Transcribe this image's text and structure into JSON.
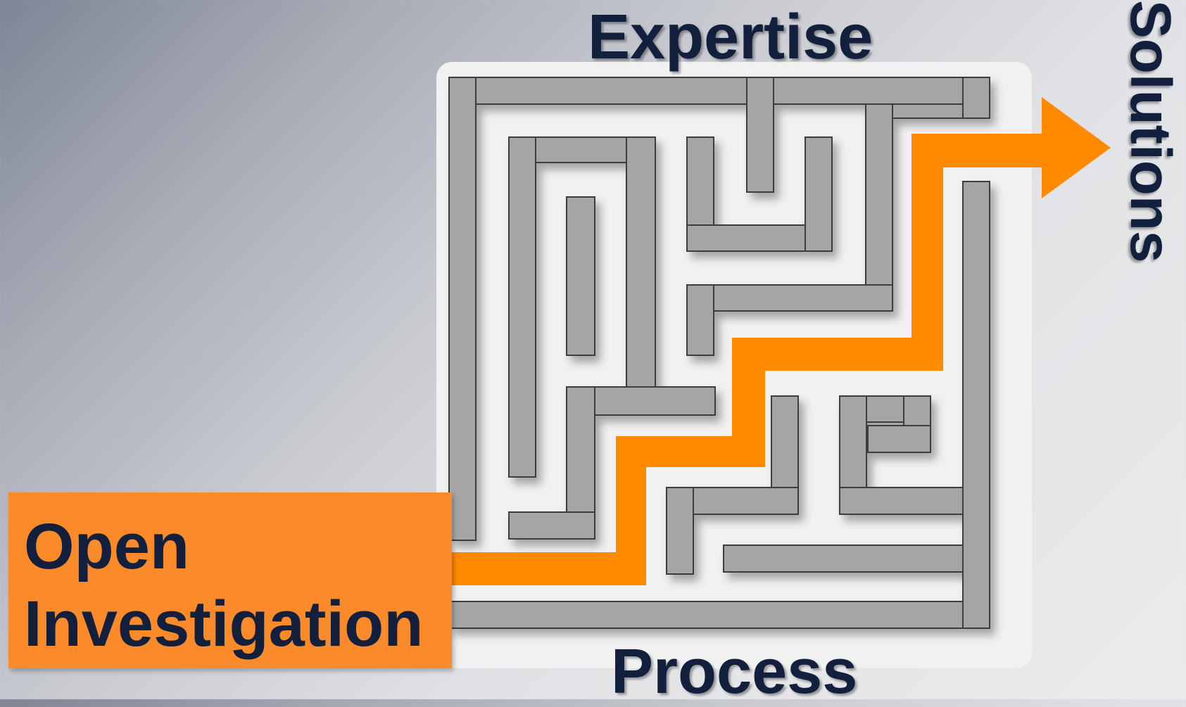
{
  "labels": {
    "top": "Expertise",
    "bottom": "Process",
    "right": "Solutions"
  },
  "start_box": {
    "line1": "Open",
    "line2": "Investigation"
  },
  "colors": {
    "maze_fill": "#a5a5a5",
    "maze_outline": "#3c3c3c",
    "path_orange": "#ff8a00",
    "start_box": "#fb8a2a",
    "label_text": "#13203d"
  }
}
